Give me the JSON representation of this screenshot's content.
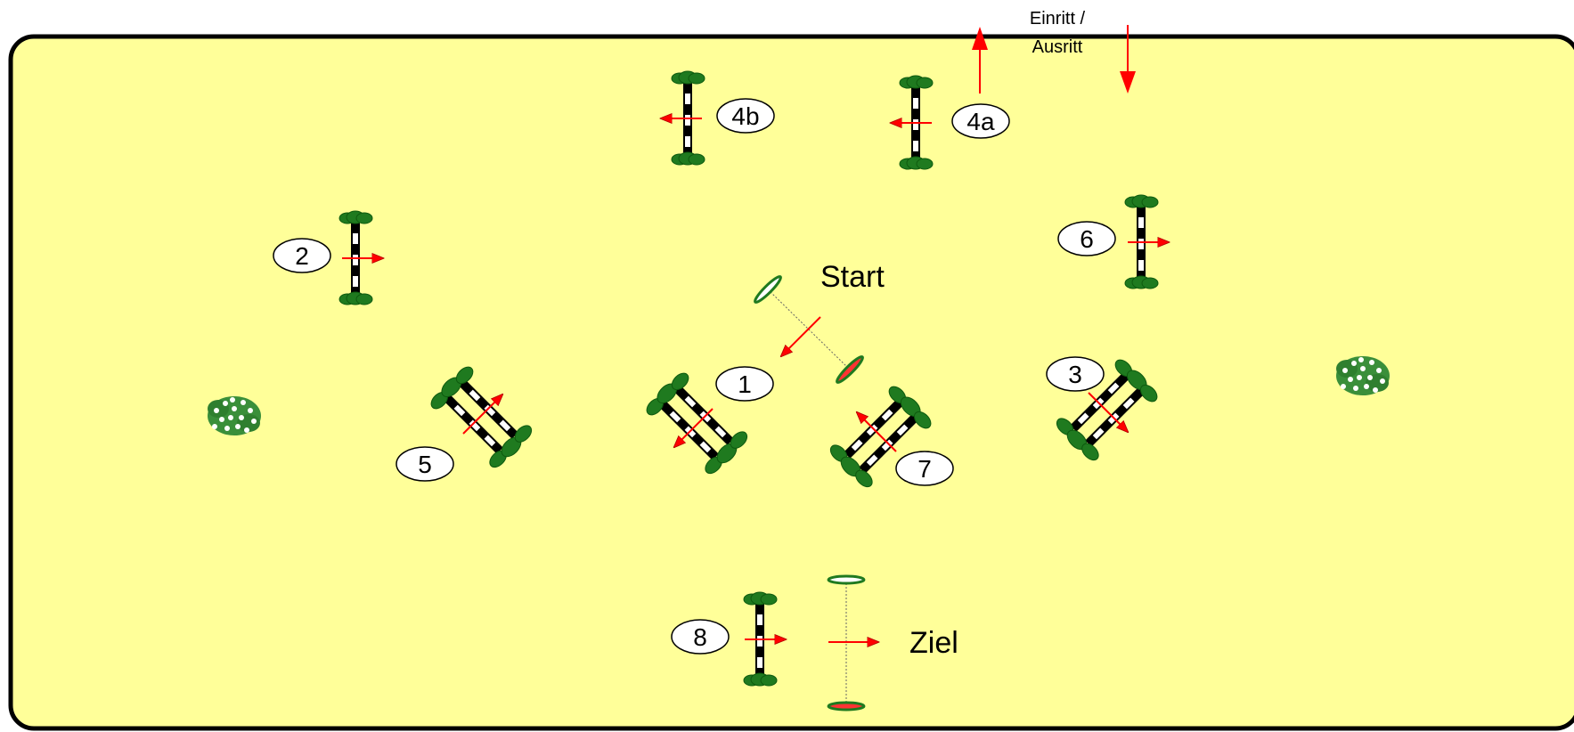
{
  "colors": {
    "arena_fill": "#ffff99",
    "arena_stroke": "#000000",
    "hedge": "#1f7a1f",
    "hedge_dark": "#0e5a0e",
    "direction_arrow": "#ff0000",
    "pole_dark": "#000000",
    "pole_light": "#ffffff",
    "flower_bush": "#3a8f3a",
    "flower": "#ffffff"
  },
  "entrance": {
    "label_line1": "Einritt /",
    "label_line2": "Ausritt"
  },
  "start_label": "Start",
  "finish_label": "Ziel",
  "obstacles": [
    {
      "number": "1",
      "kind": "oxer",
      "direction_icon": "arrow-left-down"
    },
    {
      "number": "2",
      "kind": "vertical",
      "direction_icon": "arrow-right"
    },
    {
      "number": "3",
      "kind": "oxer",
      "direction_icon": "arrow-right-down"
    },
    {
      "number": "4a",
      "kind": "vertical",
      "direction_icon": "arrow-left"
    },
    {
      "number": "4b",
      "kind": "vertical",
      "direction_icon": "arrow-left"
    },
    {
      "number": "5",
      "kind": "oxer",
      "direction_icon": "arrow-right-up"
    },
    {
      "number": "6",
      "kind": "vertical",
      "direction_icon": "arrow-right"
    },
    {
      "number": "7",
      "kind": "oxer",
      "direction_icon": "arrow-left-up"
    },
    {
      "number": "8",
      "kind": "vertical",
      "direction_icon": "arrow-right"
    }
  ],
  "decorations": [
    "flower-bush-icon",
    "flower-bush-icon"
  ]
}
